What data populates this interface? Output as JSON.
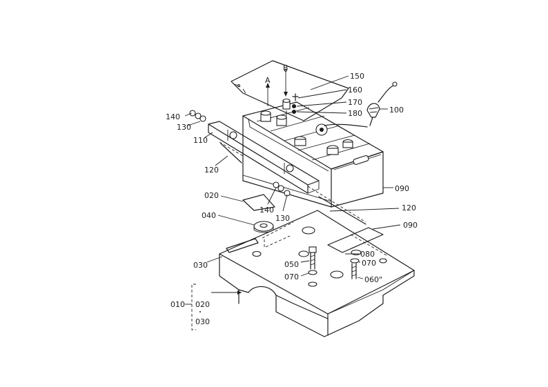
{
  "callouts": {
    "c150": "150",
    "c160": "160",
    "c170": "170",
    "c180": "180",
    "c100": "100",
    "cA": "A",
    "cB": "B",
    "c140a": "140",
    "c130a": "130",
    "c110": "110",
    "c120a": "120",
    "c090a": "090",
    "c020a": "020",
    "c140b": "140",
    "c130b": "130",
    "c120b": "120",
    "c040": "040",
    "c090b": "090",
    "c080": "080",
    "c070a": "070",
    "c050": "050",
    "c070b": "070",
    "c060": "060\"",
    "c030": "030",
    "c010": "010",
    "c020b": "020",
    "c030b": "030"
  },
  "colors": {
    "line": "#1a1a1a",
    "background": "#ffffff"
  }
}
